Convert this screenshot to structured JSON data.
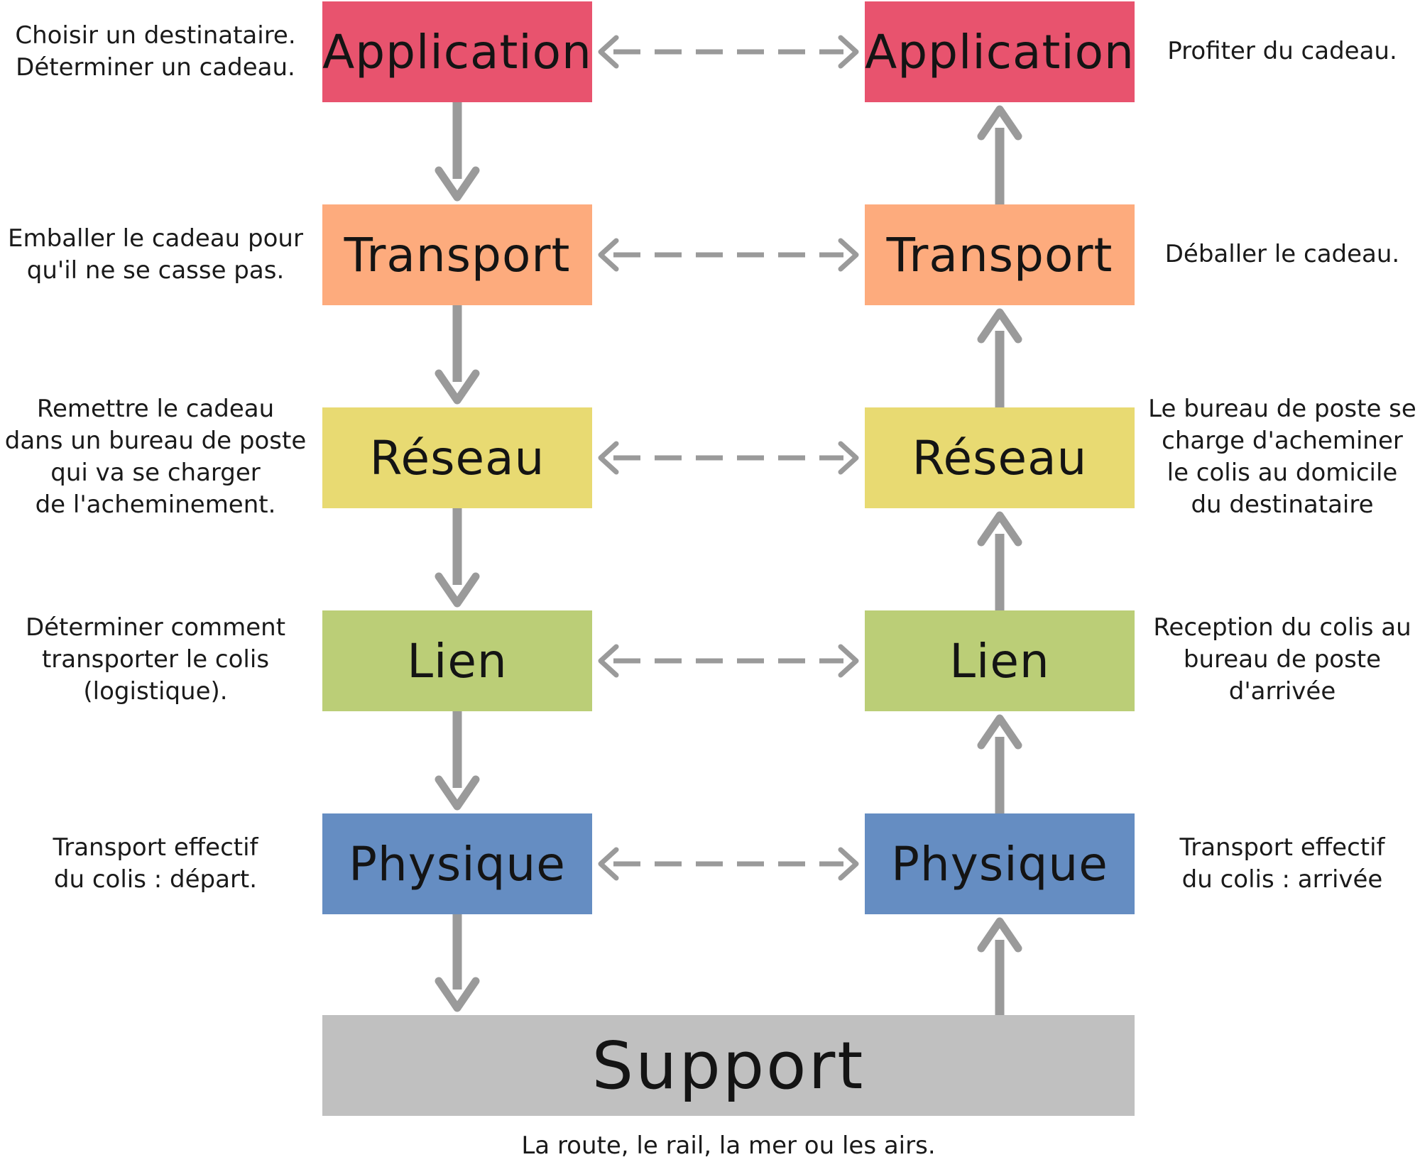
{
  "colors": {
    "application": "#e8536e",
    "transport": "#fdab7d",
    "reseau": "#e8da72",
    "lien": "#bbce77",
    "physique": "#658dc2",
    "support": "#c0c0c0",
    "arrow": "#9a9a9a"
  },
  "sender": {
    "layers": [
      {
        "label": "Application",
        "note": "Choisir un destinataire.\nDéterminer un cadeau."
      },
      {
        "label": "Transport",
        "note": "Emballer le cadeau pour\nqu'il ne se casse pas."
      },
      {
        "label": "Réseau",
        "note": "Remettre le cadeau\ndans un bureau de poste\nqui va se charger\nde l'acheminement."
      },
      {
        "label": "Lien",
        "note": "Déterminer comment\ntransporter le colis\n(logistique)."
      },
      {
        "label": "Physique",
        "note": "Transport effectif\ndu colis : départ."
      }
    ]
  },
  "receiver": {
    "layers": [
      {
        "label": "Application",
        "note": "Profiter du cadeau."
      },
      {
        "label": "Transport",
        "note": "Déballer le cadeau."
      },
      {
        "label": "Réseau",
        "note": "Le bureau de poste se\ncharge d'acheminer\nle colis au domicile\ndu destinataire"
      },
      {
        "label": "Lien",
        "note": "Reception du colis au\nbureau de poste\nd'arrivée"
      },
      {
        "label": "Physique",
        "note": "Transport effectif\ndu colis : arrivée"
      }
    ]
  },
  "support": {
    "label": "Support",
    "note": "La route, le rail, la mer ou les airs."
  }
}
